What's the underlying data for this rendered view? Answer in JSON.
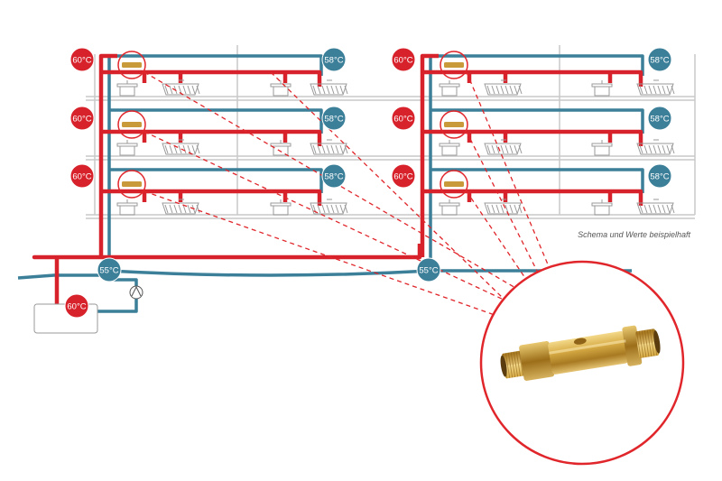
{
  "caption": "Schema und Werte beispielhaft",
  "colors": {
    "hot_pipe": "#d8222b",
    "circulation_pipe": "#3b7f99",
    "structure_line": "#c9c9c9",
    "callout_circle": "#e0262b",
    "valve_brass": "#c99a3a"
  },
  "riser_left": {
    "floors": [
      {
        "supply_temp": "60°C",
        "return_temp": "58°C"
      },
      {
        "supply_temp": "60°C",
        "return_temp": "58°C"
      },
      {
        "supply_temp": "60°C",
        "return_temp": "58°C"
      }
    ],
    "base_return_temp": "55°C"
  },
  "riser_right": {
    "floors": [
      {
        "supply_temp": "60°C",
        "return_temp": "58°C"
      },
      {
        "supply_temp": "60°C",
        "return_temp": "58°C"
      },
      {
        "supply_temp": "60°C",
        "return_temp": "58°C"
      }
    ],
    "base_return_temp": "55°C"
  },
  "boiler": {
    "temp": "60°C"
  },
  "icons": {
    "valve_callout": "thermostatic-circulation-valve-icon",
    "pump": "circulation-pump-icon",
    "fixtures": [
      "washbasin-icon",
      "bathtub-icon"
    ]
  }
}
